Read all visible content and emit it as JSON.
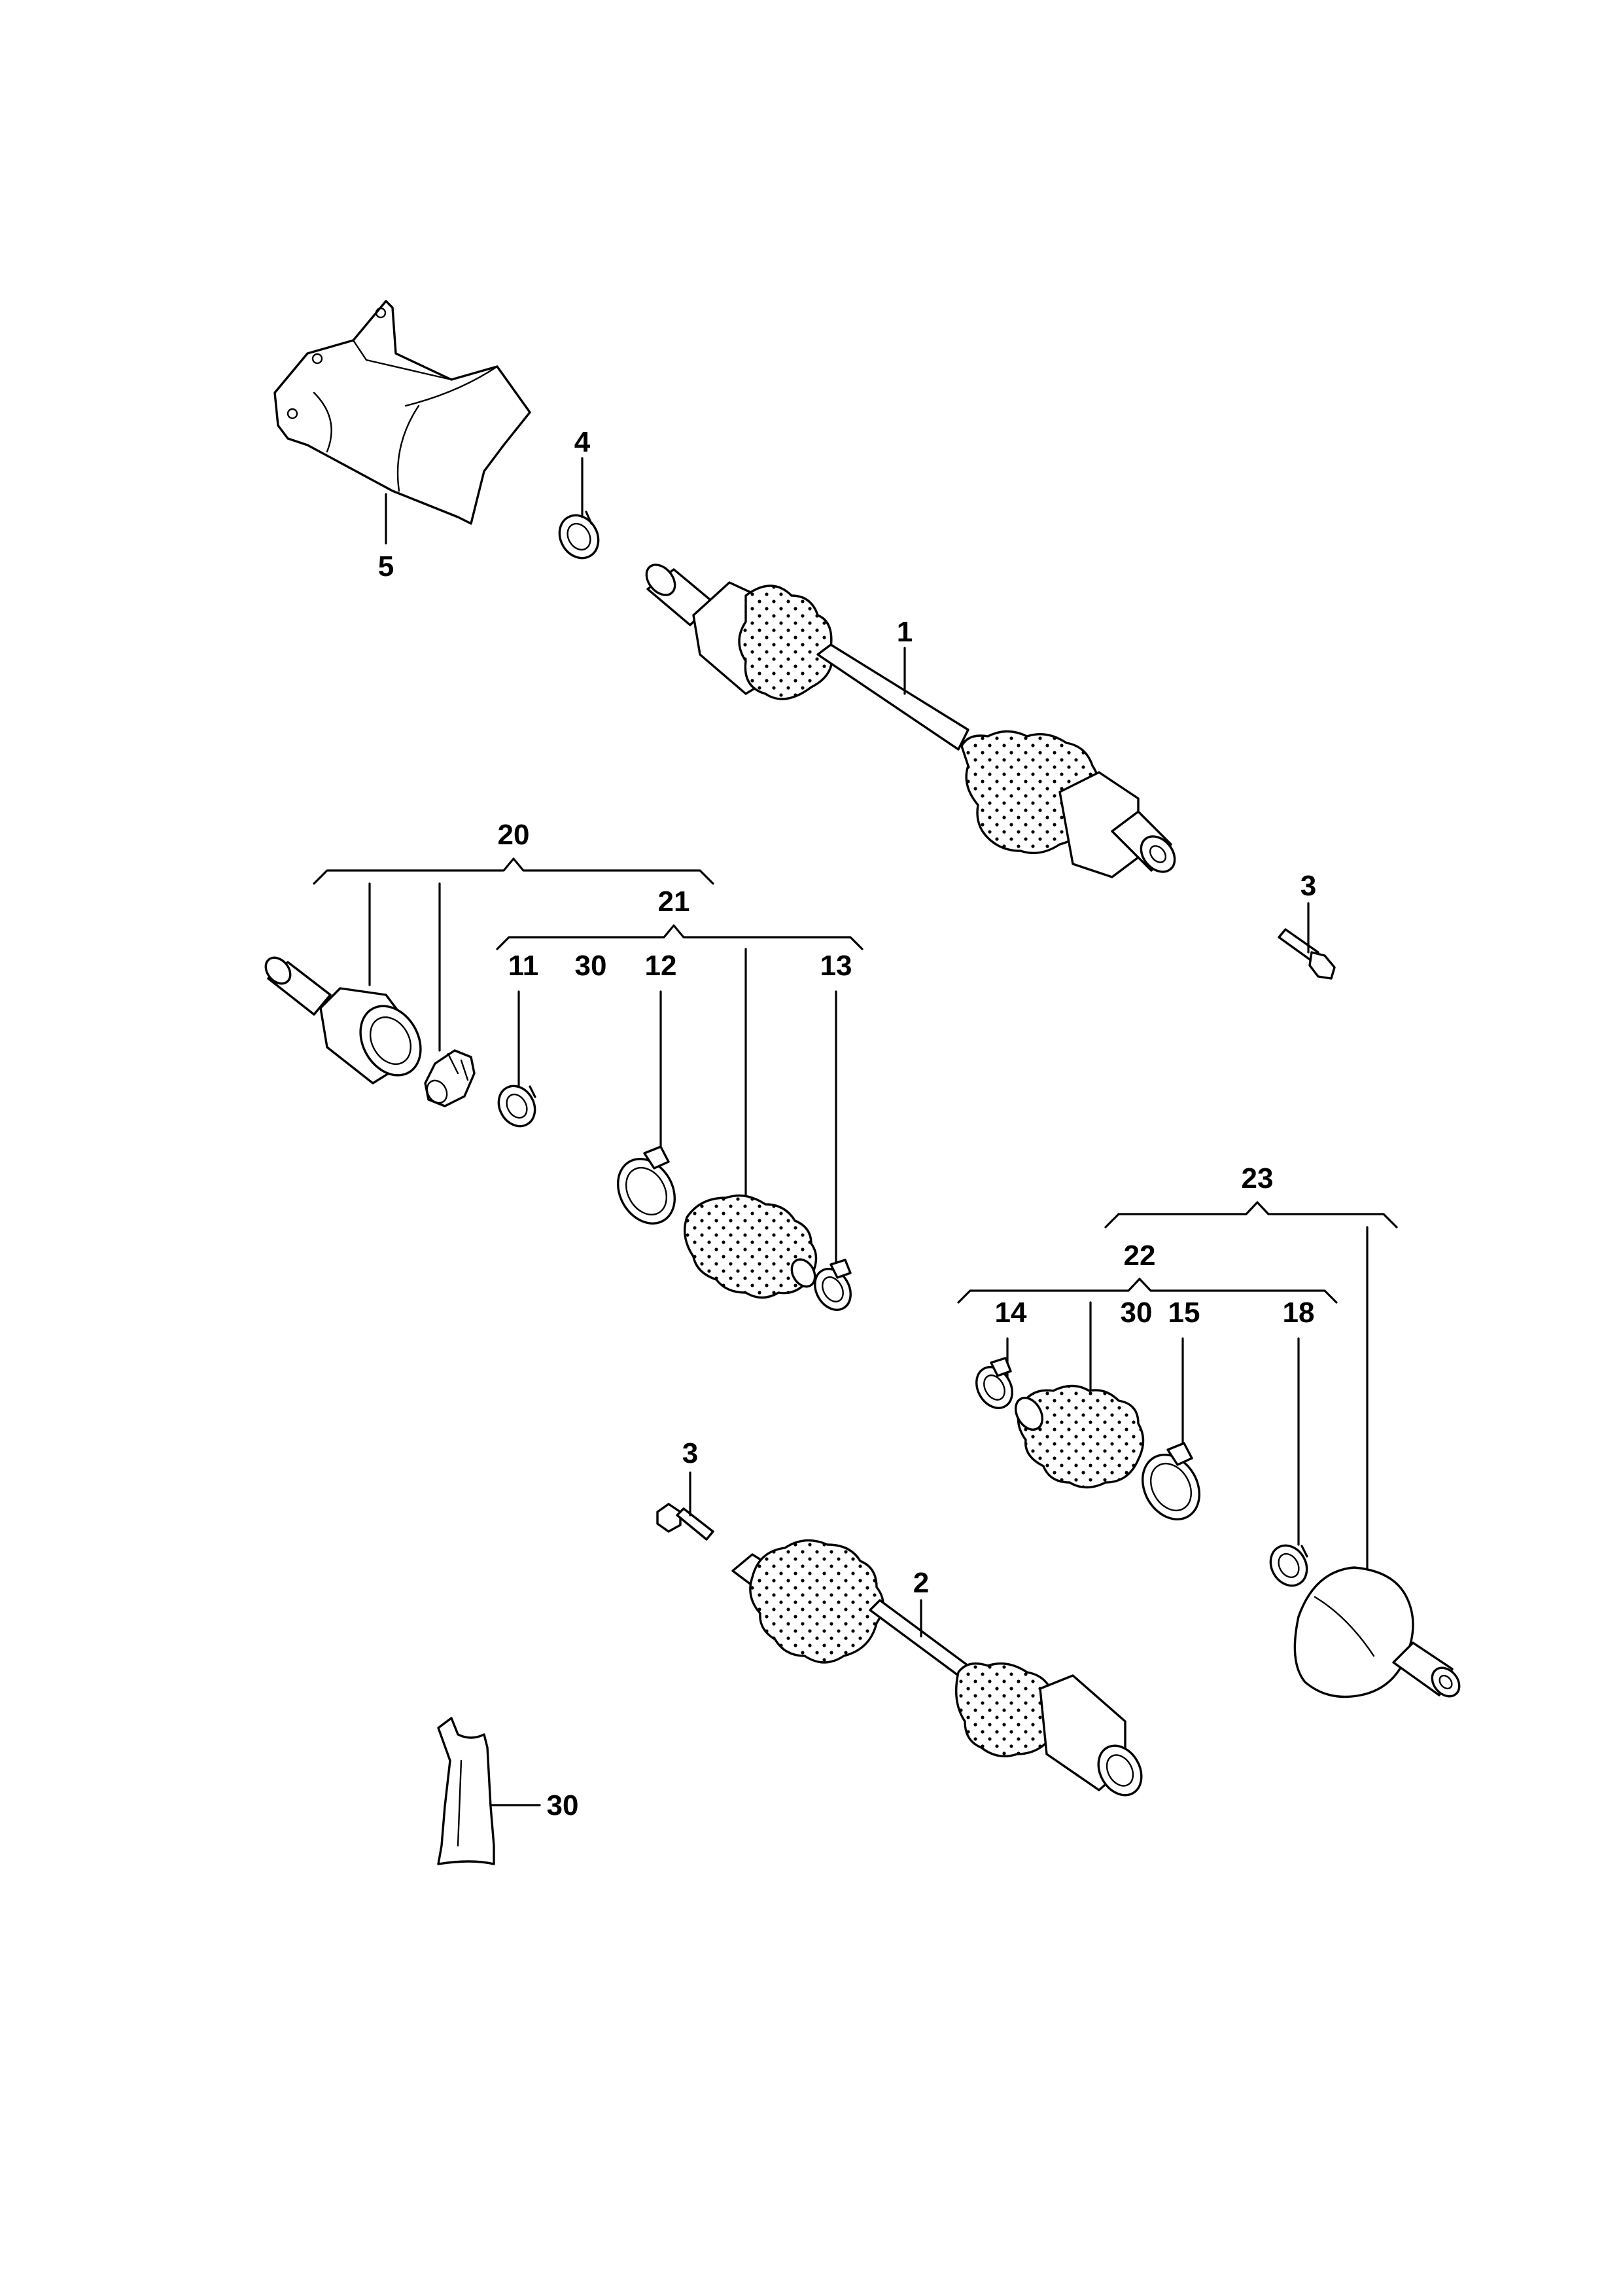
{
  "labels": {
    "l1": "1",
    "l2": "2",
    "l3a": "3",
    "l3b": "3",
    "l4": "4",
    "l5": "5",
    "l11": "11",
    "l12": "12",
    "l13": "13",
    "l14": "14",
    "l15": "15",
    "l18": "18",
    "l20": "20",
    "l21": "21",
    "l22": "22",
    "l23": "23",
    "l30a": "30",
    "l30b": "30",
    "l30c": "30"
  }
}
